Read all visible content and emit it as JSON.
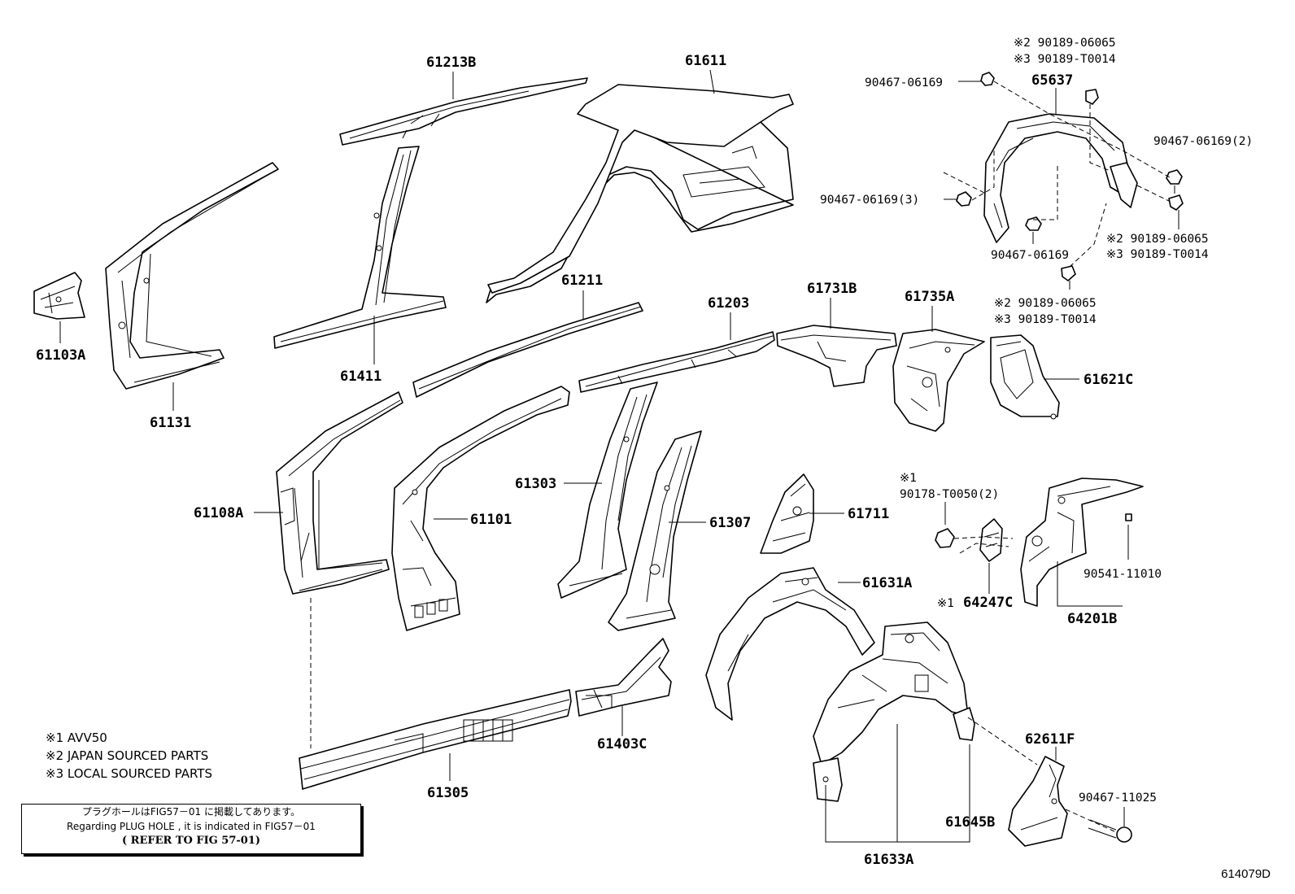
{
  "labels": {
    "l61213B": "61213B",
    "l61611": "61611",
    "l61103A": "61103A",
    "l61131": "61131",
    "l61411": "61411",
    "l61211": "61211",
    "l61203": "61203",
    "l61731B": "61731B",
    "l61735A": "61735A",
    "l61621C": "61621C",
    "l65637": "65637",
    "l61108A": "61108A",
    "l61101": "61101",
    "l61303": "61303",
    "l61307": "61307",
    "l61711": "61711",
    "l61631A": "61631A",
    "l64247C": "64247C",
    "l64201B": "64201B",
    "l61305": "61305",
    "l61403C": "61403C",
    "l61633A": "61633A",
    "l61645B": "61645B",
    "l62611F": "62611F"
  },
  "fasteners": {
    "f_top_a": "※2 90189-06065",
    "f_top_b": "※3 90189-T0014",
    "f_nut_top": "90467-06169",
    "f_nut_right": "90467-06169(2)",
    "f_nut_left": "90467-06169(3)",
    "f_nut_bottom": "90467-06169",
    "f_mid_a": "※2 90189-06065",
    "f_mid_b": "※3 90189-T0014",
    "f_low_a": "※2 90189-06065",
    "f_low_b": "※3 90189-T0014",
    "f_avv": "※1",
    "f_nut_avv": "90178-T0050(2)",
    "f_clip": "90541-11010",
    "f_mark_64247C": "※1",
    "f_bolt": "90467-11025"
  },
  "legend": {
    "n1": "※1 AVV50",
    "n2": "※2 JAPAN SOURCED PARTS",
    "n3": "※3 LOCAL SOURCED PARTS"
  },
  "notice": {
    "jp": "プラグホールはFIG57－01 に掲載してあります。",
    "en": "Regarding PLUG HOLE , it is indicated in FIG57－01",
    "ref": "( REFER TO FIG 57-01)"
  },
  "figure_code": "614079D"
}
